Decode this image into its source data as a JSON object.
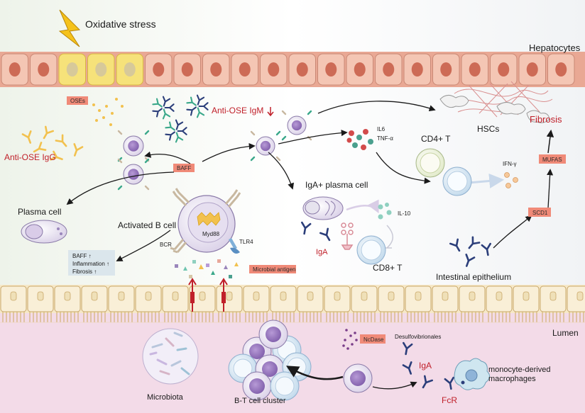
{
  "labels": {
    "oxidative_stress": "Oxidative stress",
    "hepatocytes": "Hepatocytes",
    "oses": "OSEs",
    "anti_ose_igm": "Anti-OSE IgM",
    "anti_ose_igg": "Anti-OSE IgG",
    "baff": "BAFF",
    "il6": "IL6",
    "tnf": "TNF-α",
    "cd4t": "CD4+ T",
    "hscs": "HSCs",
    "fibrosis": "Fibrosis",
    "ifn": "IFN-γ",
    "mufas": "MUFAS",
    "scd1": "SCD1",
    "iga_plasma": "IgA+ plasma cell",
    "il10": "IL-10",
    "iga_mid": "IgA",
    "cd8t": "CD8+ T",
    "plasma_cell": "Plasma cell",
    "activated_b": "Activated B cell",
    "myd88": "Myd88",
    "bcr": "BCR",
    "tlr4": "TLR4",
    "effects_1": "BAFF ↑",
    "effects_2": "Inflammation ↑",
    "effects_3": "Fibrosis ↑",
    "microbial_antigen": "Microbial antigen",
    "intestinal_epithelium": "Intestinal epithelium",
    "lumen": "Lumen",
    "ncdase": "NcDase",
    "desulfo": "Desulfovibrionales",
    "iga_lumen": "IgA",
    "mono_1": "monocyte-derived",
    "mono_2": "macrophages",
    "fcr": "FcR",
    "microbiota": "Microbiota",
    "bt_cluster": "B-T cell cluster"
  },
  "colors": {
    "hepatocyte_cell": "#f4c6b4",
    "hepatocyte_nucleus": "#cd6b56",
    "stressed_cell": "#f6e27a",
    "label_box": "#f08a78",
    "accent_red": "#c0202a",
    "lumen_bg": "#f3dbe8",
    "antibody_yellow": "#f2c14e",
    "antibody_green": "#3aa88a",
    "antibody_navy": "#2b3e7a"
  }
}
